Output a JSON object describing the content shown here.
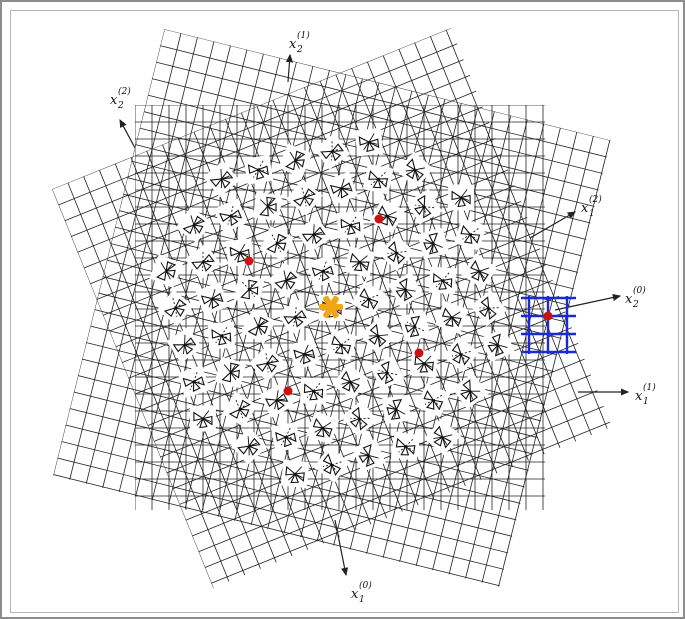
{
  "axes": [
    {
      "id": "x2-1",
      "base": "x",
      "sub": "2",
      "sup": "(1)"
    },
    {
      "id": "x2-2",
      "base": "x",
      "sub": "2",
      "sup": "(2)"
    },
    {
      "id": "x1-2",
      "base": "x",
      "sub": "1",
      "sup": "(2)"
    },
    {
      "id": "x2-0",
      "base": "x",
      "sub": "2",
      "sup": "(0)"
    },
    {
      "id": "x1-1",
      "base": "x",
      "sub": "1",
      "sup": "(1)"
    },
    {
      "id": "x1-0",
      "base": "x",
      "sub": "1",
      "sup": "(0)"
    }
  ],
  "colors": {
    "grid_lines": "#222222",
    "highlight_center": "#f2a516",
    "red_dots": "#cc1111",
    "blue_grid": "#1a2bd6",
    "frame": "#8c8c8c"
  },
  "icons": {
    "center_marker": "orange-star-icon",
    "dot_marker": "red-dot-icon",
    "motif": "bowtie-motif-icon"
  }
}
